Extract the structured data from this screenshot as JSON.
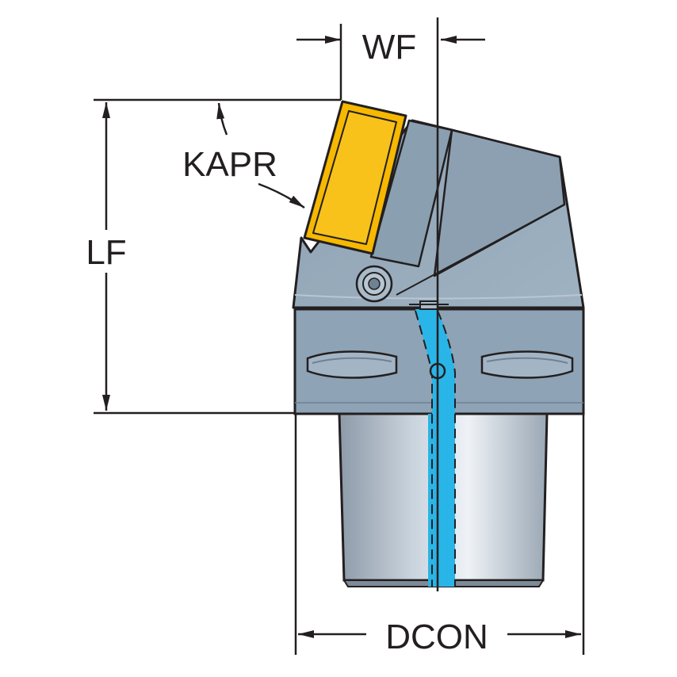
{
  "labels": {
    "wf": "WF",
    "kapr": "KAPR",
    "lf": "LF",
    "dcon": "DCON"
  },
  "colors": {
    "insert": "#f6b800",
    "insert_outline": "#231f20",
    "body": "#8fa3b4",
    "body_light": "#aebfcd",
    "shank_light": "#e6ecf2",
    "shank_dark": "#8d9aa8",
    "coolant": "#29b5e8",
    "dimension_line": "#231f20"
  },
  "icons": [
    "arrow-head-icon",
    "screw-head-icon"
  ]
}
